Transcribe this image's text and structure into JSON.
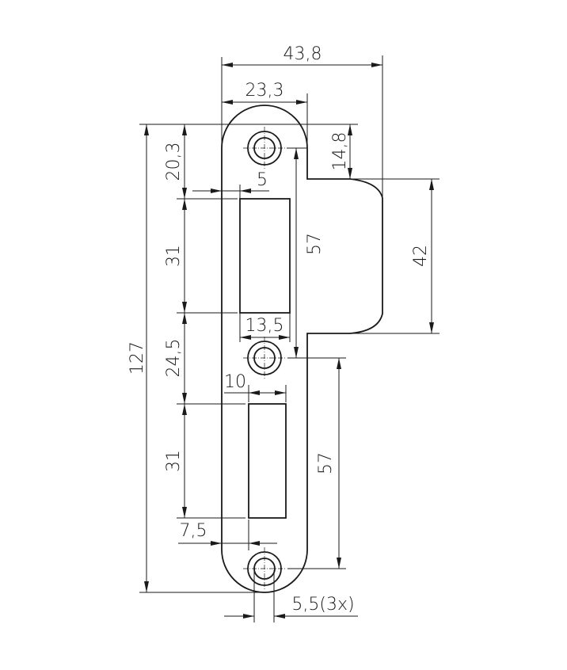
{
  "drawing": {
    "title": "Strike plate dimension drawing",
    "dimensions": {
      "overall_width": "43,8",
      "plate_width": "23,3",
      "overall_length": "127",
      "top_to_slot1": "20,3",
      "slot1_length": "31",
      "slot_gap": "24,5",
      "slot2_length": "31",
      "slot1_offset": "5",
      "slot1_width": "13,5",
      "slot2_width": "10",
      "slot2_offset": "7,5",
      "lip_offset": "14,8",
      "lip_height": "42",
      "hole_spacing_upper": "57",
      "hole_spacing_lower": "57",
      "hole_diameter": "5,5(3x)"
    }
  }
}
